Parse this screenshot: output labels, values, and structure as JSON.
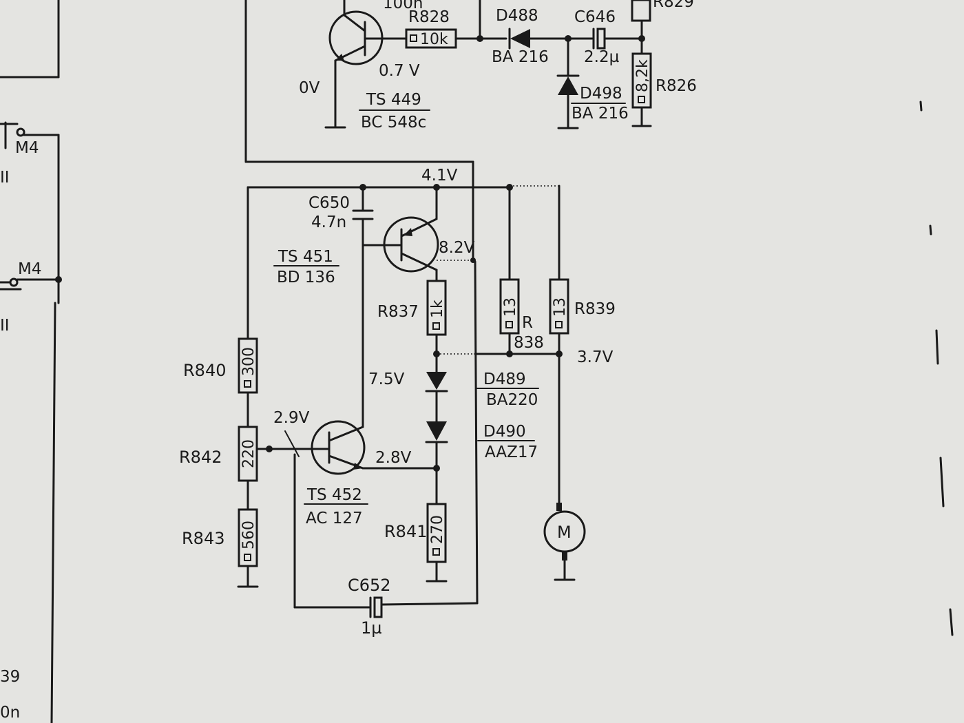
{
  "labels": {
    "r828": "R828",
    "r828_val": "10k",
    "top_partial": "100n",
    "d488": "D488",
    "d488_type": "BA 216",
    "c646": "C646",
    "c646_val": "2.2µ",
    "r829": "R829",
    "r826": "R826",
    "r826_val": "8,2k",
    "d498": "D498",
    "d498_type": "BA 216",
    "ts449": "TS 449",
    "ts449_type": "BC 548c",
    "v_0": "0V",
    "v_07": "0.7 V",
    "m4_a": "M4",
    "m4_b": "M4",
    "ii_a": "II",
    "ii_b": "II",
    "v_41": "4.1V",
    "c650": "C650",
    "c650_val": "4.7n",
    "ts451": "TS 451",
    "ts451_type": "BD 136",
    "v_82": "8.2V",
    "r837": "R837",
    "r837_val": "1k",
    "r838_val": "13",
    "r838_a": "R",
    "r838_b": "838",
    "r839": "R839",
    "r839_val": "13",
    "v_37": "3.7V",
    "r840": "R840",
    "r840_val": "300",
    "v_75": "7.5V",
    "d489": "D489",
    "d489_type": "BA220",
    "d490": "D490",
    "d490_type": "AAZ17",
    "v_29": "2.9V",
    "v_28": "2.8V",
    "r842": "R842",
    "r842_val": "220",
    "ts452": "TS 452",
    "ts452_type": "AC 127",
    "r841": "R841",
    "r841_val": "270",
    "r843": "R843",
    "r843_val": "560",
    "motor": "M",
    "c652": "C652",
    "c652_val": "1µ",
    "edge_bottom_1": "39",
    "edge_bottom_2": "0n"
  }
}
